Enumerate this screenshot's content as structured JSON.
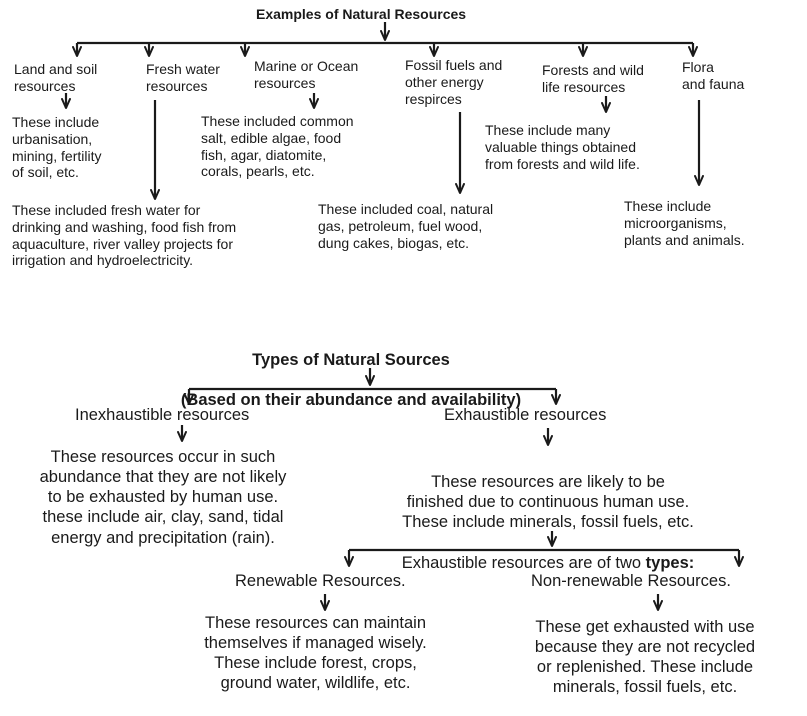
{
  "diagram_one": {
    "title": "Examples of Natural Resources",
    "categories": [
      {
        "label": "Land and soil\nresources",
        "detail": "These include\nurbanisation,\nmining, fertility\nof soil, etc."
      },
      {
        "label": "Fresh water\nresources",
        "detail": "These included fresh water for\ndrinking and washing, food fish from\naquaculture, river valley projects for\nirrigation and hydroelectricity."
      },
      {
        "label": "Marine or Ocean\nresources",
        "detail": "These included common\nsalt, edible algae, food\nfish, agar, diatomite,\ncorals, pearls, etc."
      },
      {
        "label": "Fossil fuels and\nother energy\nrespirces",
        "detail": "These included coal, natural\ngas, petroleum, fuel wood,\ndung cakes, biogas, etc."
      },
      {
        "label": "Forests and wild\nlife resources",
        "detail": "These include many\nvaluable things obtained\nfrom forests and wild life."
      },
      {
        "label": "Flora\nand fauna",
        "detail": "These include\nmicroorganisms,\nplants and animals."
      }
    ]
  },
  "diagram_two": {
    "title": "Types of Natural Sources",
    "subtitle": "(Based on their abundance and availability)",
    "inexhaustible": {
      "label": "Inexhaustible resources",
      "detail": "These resources occur in such\nabundance that they are not likely\nto be exhausted by human use.\nthese include air, clay, sand, tidal\nenergy and precipitation (rain)."
    },
    "exhaustible": {
      "label": "Exhaustible resources",
      "detail": "These resources are likely to be\nfinished due to continuous human use.\nThese include minerals, fossil fuels, etc.",
      "types_prefix": "Exhaustible resources are of two ",
      "types_bold": "types:"
    },
    "renewable": {
      "label": "Renewable Resources.",
      "detail": "These resources can maintain\nthemselves if managed wisely.\nThese include forest, crops,\nground water, wildlife, etc."
    },
    "non_renewable": {
      "label": "Non-renewable Resources.",
      "detail": "These get exhausted with use\nbecause they are not recycled\nor replenished. These include\nminerals, fossil fuels, etc."
    }
  },
  "colors": {
    "text": "#1a1a1a",
    "line": "#1a1a1a",
    "background": "#ffffff"
  }
}
